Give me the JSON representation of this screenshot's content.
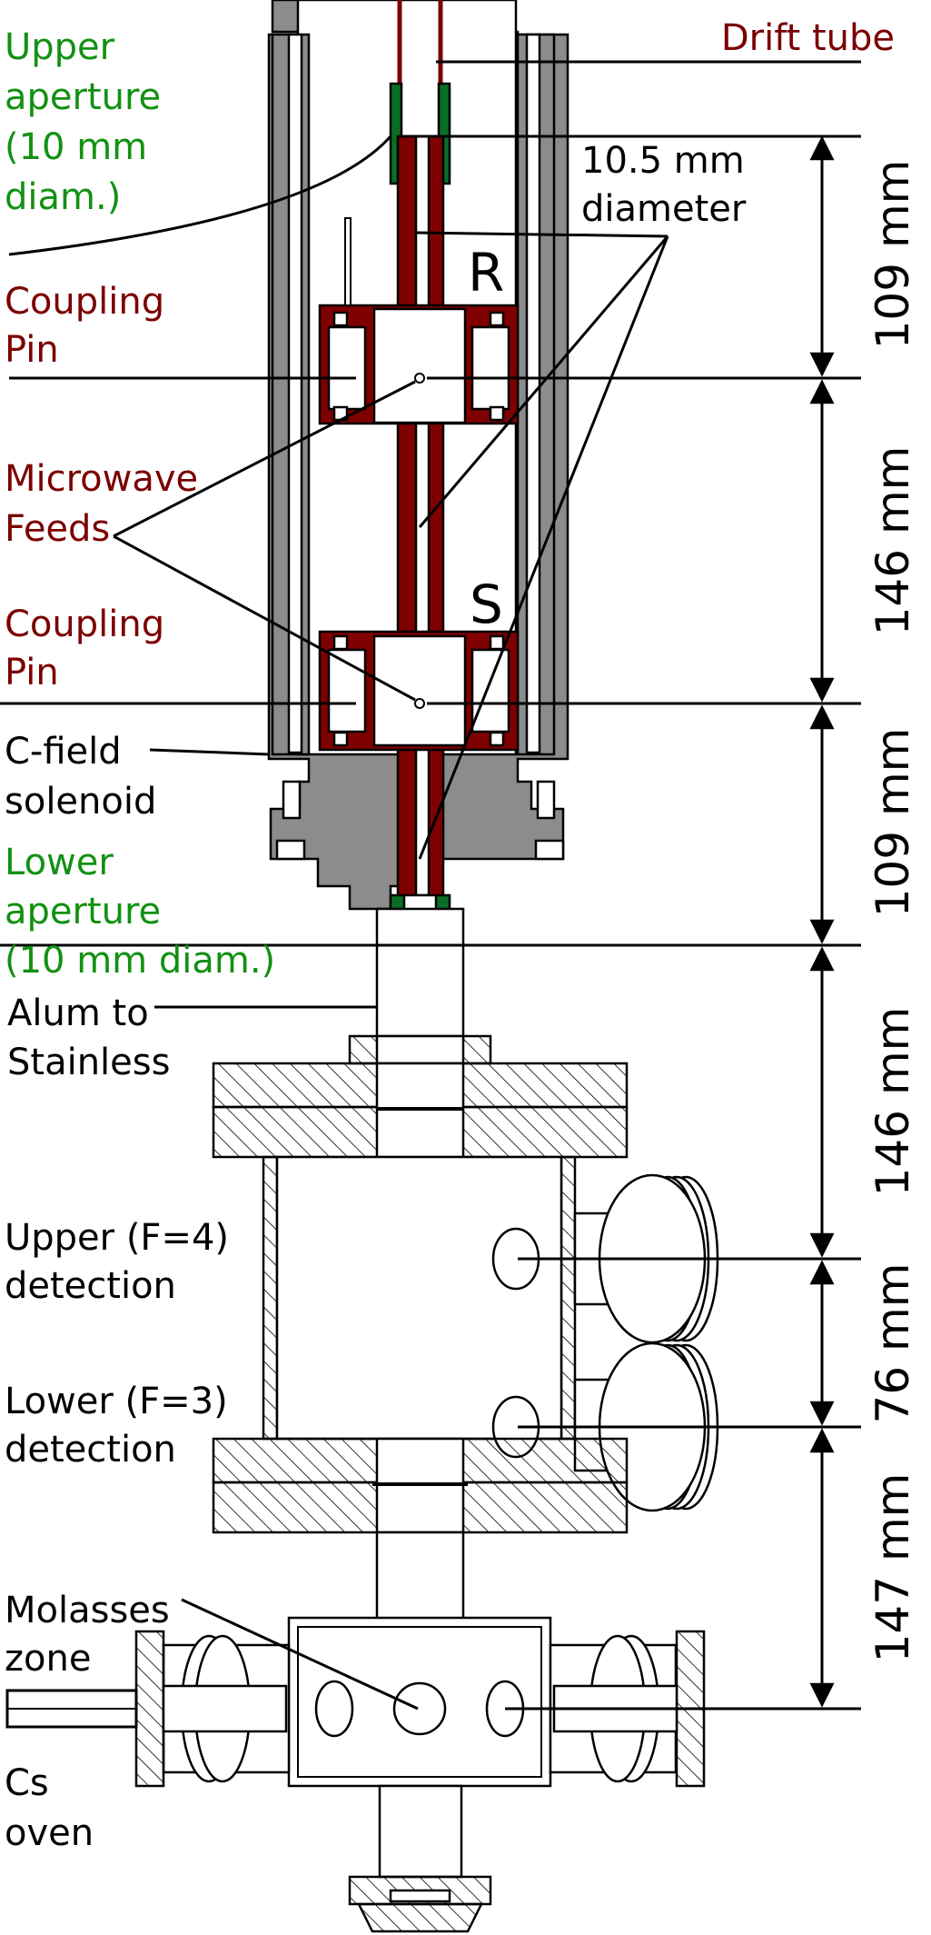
{
  "labels": {
    "drift_tube": "Drift tube",
    "upper_aperture": [
      "Upper",
      "aperture",
      "(10 mm",
      "diam.)"
    ],
    "diameter": [
      "10.5 mm",
      "diameter"
    ],
    "cavity_r": "R",
    "cavity_s": "S",
    "coupling_pin_upper": [
      "Coupling",
      "Pin"
    ],
    "microwave_feeds": [
      "Microwave",
      "Feeds"
    ],
    "coupling_pin_lower": [
      "Coupling",
      "Pin"
    ],
    "c_field": [
      "C-field",
      "solenoid"
    ],
    "lower_aperture": [
      "Lower",
      "aperture",
      "(10 mm diam.)"
    ],
    "alum": [
      "Alum to",
      "Stainless"
    ],
    "upper_detection": [
      "Upper (F=4)",
      "detection"
    ],
    "lower_detection": [
      "Lower (F=3)",
      "detection"
    ],
    "molasses": [
      "Molasses",
      "zone"
    ],
    "cs_oven": [
      "Cs",
      "oven"
    ]
  },
  "dimensions": [
    "109 mm",
    "146 mm",
    "109 mm",
    "146 mm",
    "76 mm",
    "147 mm"
  ],
  "colors": {
    "red_text": "#7b0000",
    "green_text": "#129112",
    "cavity": "#7f0000",
    "solenoid": "#8c8c8c",
    "aperture": "#0b6e26"
  }
}
